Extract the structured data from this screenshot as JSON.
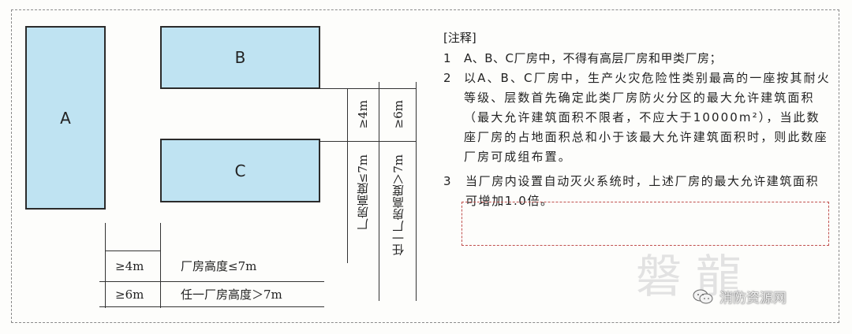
{
  "diagram": {
    "buildings": {
      "a": "A",
      "b": "B",
      "c": "C"
    },
    "dims": {
      "vertical_upper": "≥4m",
      "vertical_lower": "≥6m",
      "vertical_height_le": "厂房高度≤7m",
      "vertical_height_gt": "任一厂房高度＞7m",
      "horizontal_upper": "≥4m",
      "horizontal_lower": "≥6m",
      "horizontal_height_le": "厂房高度≤7m",
      "horizontal_height_gt": "任一厂房高度＞7m"
    }
  },
  "notes": {
    "header": "[注释]",
    "items": [
      {
        "num": "1",
        "text": "A、B、C厂房中，不得有高层厂房和甲类厂房；"
      },
      {
        "num": "2",
        "text": "以A、B、C厂房中，生产火灾危险性类别最高的一座按其耐火等级、层数首先确定此类厂房防火分区的最大允许建筑面积（最大允许建筑面积不限者，不应大于10000m²），当此数座厂房的占地面积总和小于该最大允许建筑面积时，则此数座厂房可成组布置。"
      },
      {
        "num": "3",
        "text": "当厂房内设置自动灭火系统时，上述厂房的最大允许建筑面积可增加1.0倍。"
      }
    ]
  },
  "watermark": {
    "logo_text": "磐龍",
    "badge_text": "消防资源网"
  },
  "colors": {
    "building_fill": "#bfe3f2",
    "highlight_border": "#c0504d"
  }
}
